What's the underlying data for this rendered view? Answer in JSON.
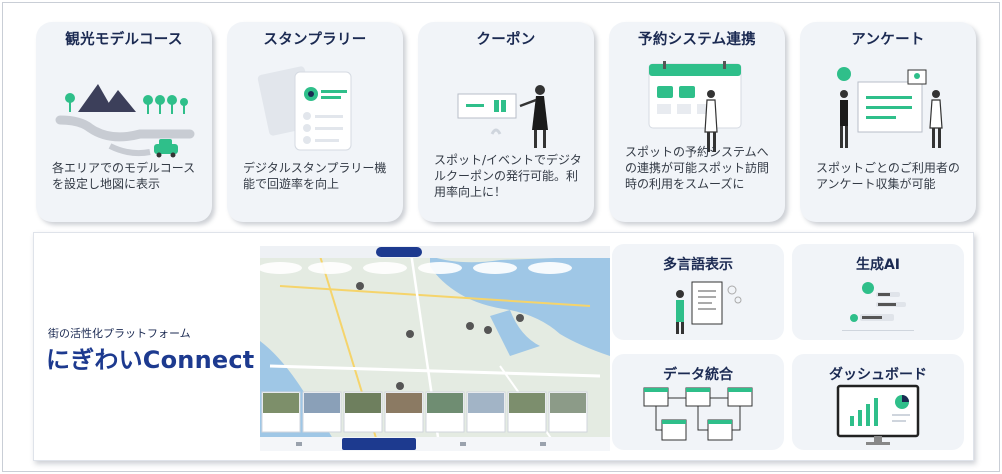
{
  "features": [
    {
      "title": "観光モデルコース",
      "description": "各エリアでのモデルコースを設定し地図に表示",
      "icon": "map-mountain-car-icon"
    },
    {
      "title": "スタンプラリー",
      "description": "デジタルスタンプラリー機能で回遊率を向上",
      "icon": "stamp-card-icon"
    },
    {
      "title": "クーポン",
      "description": "スポット/イベントでデジタルクーポンの発行可能。利用率向上に！",
      "icon": "coupon-gift-icon"
    },
    {
      "title": "予約システム連携",
      "description": "スポットの予約システムへの連携が可能スポット訪問時の利用をスムーズに",
      "icon": "calendar-icon"
    },
    {
      "title": "アンケート",
      "description": "スポットごとのご利用者のアンケート収集が可能",
      "icon": "survey-icon"
    }
  ],
  "brand": {
    "tagline": "街の活性化プラットフォーム",
    "name": "にぎわいConnect"
  },
  "sub_features": [
    {
      "title": "多言語表示",
      "icon": "translation-icon"
    },
    {
      "title": "生成AI",
      "icon": "ai-chat-icon"
    },
    {
      "title": "データ統合",
      "icon": "data-tables-icon"
    },
    {
      "title": "ダッシュボード",
      "icon": "dashboard-monitor-icon"
    }
  ],
  "colors": {
    "navy": "#1b2a52",
    "brand_blue": "#1d3a8f",
    "accent_green": "#2fbf8a",
    "card_bg": "#f1f4f8"
  }
}
